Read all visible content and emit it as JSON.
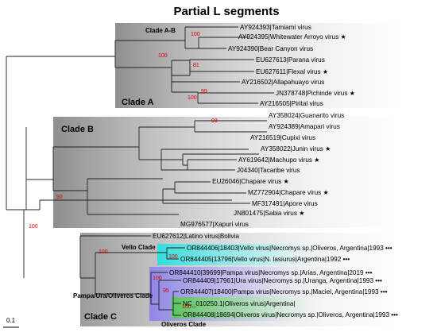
{
  "title": "Partial L segments",
  "scale_label": "0.1",
  "clades": {
    "clade_ab": "Clade A-B",
    "clade_a": "Clade A",
    "clade_b": "Clade B",
    "clade_c": "Clade C",
    "vello": "Vello Clade",
    "pampa": "Pampa/Ura/Oliveros Clade",
    "oliveros": "Oliveros Clade"
  },
  "colors": {
    "gradient_gray": "#9a9a9a",
    "vello_cyan": "#3ee0e0",
    "pampa_purple": "#8f87e6",
    "oliveros_green": "#7ed07e",
    "bootstrap_red": "#d40000",
    "star": "#000000"
  },
  "tips": [
    {
      "label": "AY924393|Tamiami virus",
      "star": false,
      "dots": false
    },
    {
      "label": "AY924395|Whitewater Arroyo virus",
      "star": true,
      "dots": false
    },
    {
      "label": "AY924390|Bear Canyon virus",
      "star": false,
      "dots": false
    },
    {
      "label": "EU627613|Parana virus",
      "star": false,
      "dots": false
    },
    {
      "label": "EU627611|Flexal virus",
      "star": true,
      "dots": false
    },
    {
      "label": "AY216502|Allapahuayo virus",
      "star": false,
      "dots": false
    },
    {
      "label": "JN378748|Pichinde virus",
      "star": true,
      "dots": false
    },
    {
      "label": "AY216505|Pirital virus",
      "star": false,
      "dots": false
    },
    {
      "label": "AY358024|Guanarito virus",
      "star": false,
      "dots": false
    },
    {
      "label": "AY924389|Amapari virus",
      "star": false,
      "dots": false
    },
    {
      "label": "AY216519|Cupixi virus",
      "star": false,
      "dots": false
    },
    {
      "label": "AY358022|Junin virus",
      "star": true,
      "dots": false
    },
    {
      "label": "AY619642|Machupo virus",
      "star": true,
      "dots": false
    },
    {
      "label": "J04340|Tacaribe virus",
      "star": false,
      "dots": false
    },
    {
      "label": "EU26046|Chapare virus",
      "star": true,
      "dots": false
    },
    {
      "label": "MZ772904|Chapare virus",
      "star": true,
      "dots": false
    },
    {
      "label": "MF317491|Apore virus",
      "star": false,
      "dots": false
    },
    {
      "label": "JN801475|Sabia virus",
      "star": true,
      "dots": false
    },
    {
      "label": "MG976577|Xapuri virus",
      "star": false,
      "dots": false
    },
    {
      "label": "EU627612|Latino virus|Bolivia",
      "star": false,
      "dots": false
    },
    {
      "label": "OR844406|18403|Vello virus|Necromys sp.|Oliveros, Argentina|1993",
      "star": false,
      "dots": true
    },
    {
      "label": "OR844405|13796|Vello virus|N. lasiurus|Argentina|1992",
      "star": false,
      "dots": true
    },
    {
      "label": "OR844410|39699|Pampa virus|Necromys sp.|Arias, Argentina|2019",
      "star": false,
      "dots": true
    },
    {
      "label": "OR844409|17961|Ura virus|Necromys sp.|Uranga, Argentina|1993",
      "star": false,
      "dots": true
    },
    {
      "label": "OR844407|18400|Pampa virus|Necromys sp.|Maciel, Argentina|1993",
      "star": false,
      "dots": true
    },
    {
      "label": "NC_010250.1|Oliveros virus|Argentina|",
      "star": false,
      "dots": false
    },
    {
      "label": "OR844408|18694|Oliveros virus|Necromys sp.|Oliveros, Argentina|1993",
      "star": false,
      "dots": true
    }
  ],
  "bootstrap": [
    "100",
    "100",
    "81",
    "99",
    "100",
    "93",
    "92",
    "100",
    "100",
    "100",
    "95",
    "100",
    "100"
  ]
}
